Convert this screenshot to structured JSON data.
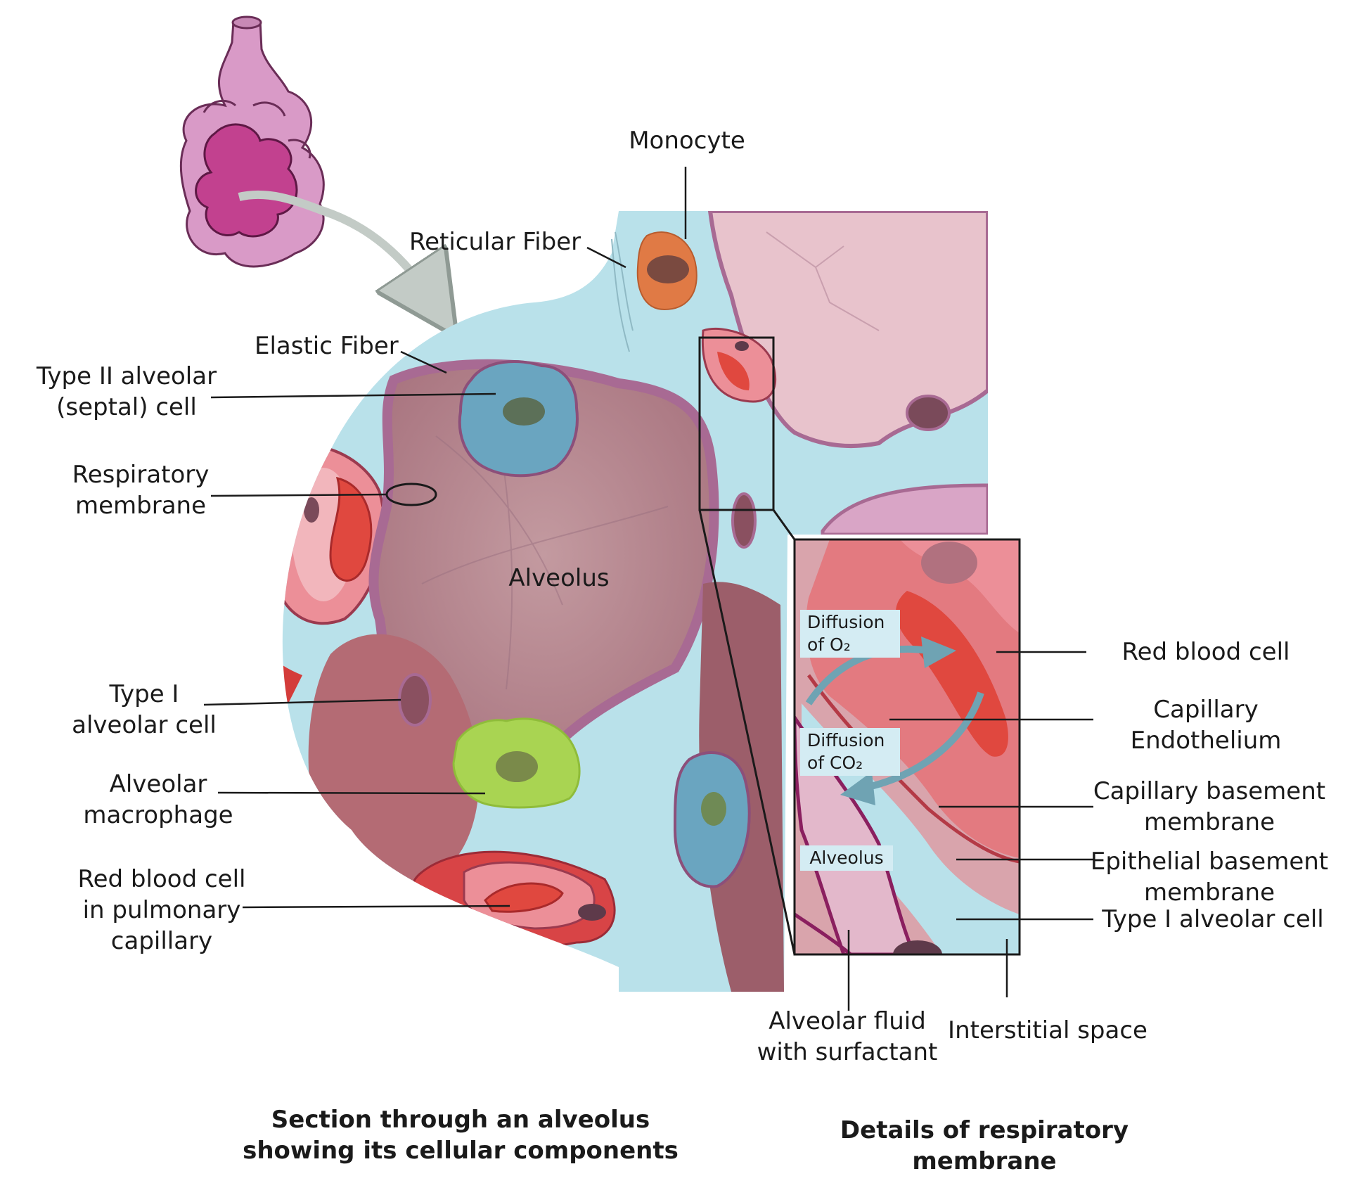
{
  "labels": {
    "monocyte": "Monocyte",
    "reticular_fiber": "Reticular Fiber",
    "elastic_fiber": "Elastic Fiber",
    "type2_cell": "Type II alveolar\n(septal) cell",
    "respiratory_membrane": "Respiratory\nmembrane",
    "alveolus": "Alveolus",
    "type1_cell": "Type I\nalveolar cell",
    "macrophage": "Alveolar\nmacrophage",
    "rbc_capillary": "Red blood cell\nin pulmonary\ncapillary",
    "detail_rbc": "Red blood cell",
    "capillary_endothelium": "Capillary\nEndothelium",
    "capillary_basement": "Capillary basement\nmembrane",
    "epithelial_basement": "Epithelial basement\nmembrane",
    "detail_type1": "Type I alveolar cell",
    "alveolar_fluid": "Alveolar fluid\nwith surfactant",
    "interstitial_space": "Interstitial space"
  },
  "detail_boxes": {
    "diffusion_o2": "Diffusion\nof O₂",
    "diffusion_co2": "Diffusion\nof CO₂",
    "alveolus": "Alveolus"
  },
  "captions": {
    "left": "Section through an alveolus\nshowing its cellular components",
    "right": "Details of respiratory membrane"
  },
  "colors": {
    "interstitium": "#b9e1ea",
    "alveolus_wall": "#a86a93",
    "alveolus_interior": "#b78a8e",
    "lobule": "#d58fc0",
    "lobule_inner": "#c2418f",
    "rbc": "#e0483f",
    "capillary": "#ec8f98",
    "type2": "#6aa5c0",
    "macrophage": "#a9d452",
    "monocyte": "#e07a45",
    "arrow": "#6fa3b3"
  }
}
